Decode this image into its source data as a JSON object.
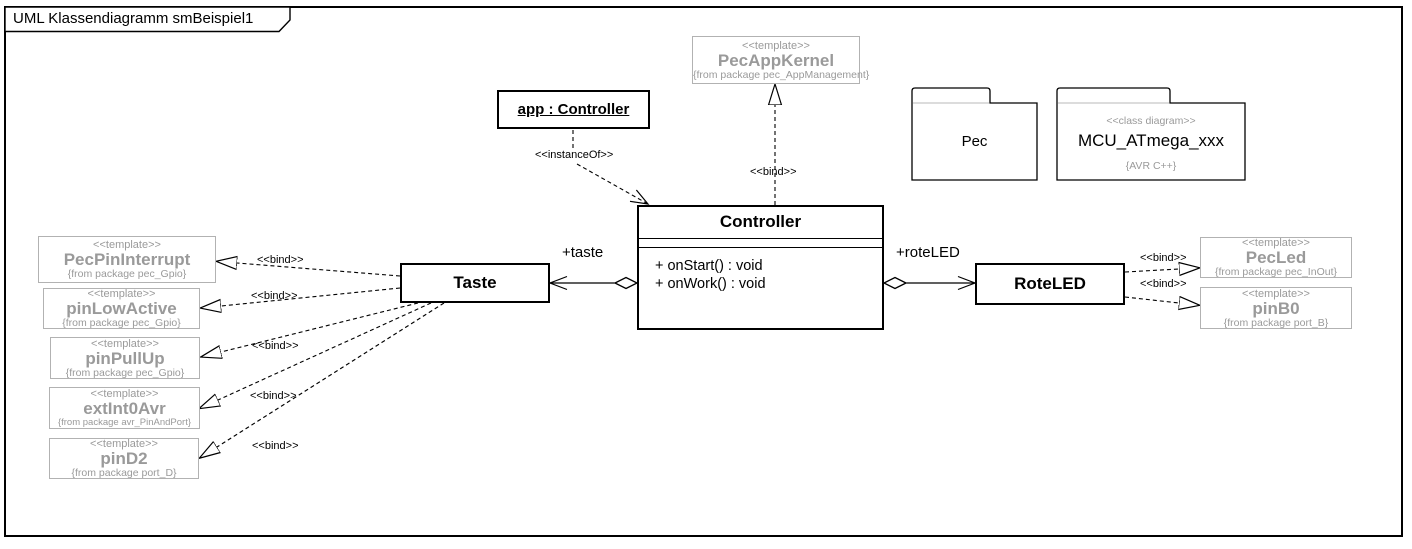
{
  "frame": {
    "title": "UML Klassendiagramm smBeispiel1"
  },
  "labels": {
    "bind": "<<bind>>",
    "instance_of": "<<instanceOf>>",
    "taste_role": "+taste",
    "roteled_role": "+roteLED"
  },
  "instance": {
    "name": "app : Controller"
  },
  "controller": {
    "name": "Controller",
    "operations": [
      "+ onStart() : void",
      "+ onWork() : void"
    ]
  },
  "taste": {
    "name": "Taste"
  },
  "roteled": {
    "name": "RoteLED"
  },
  "packages": {
    "pec": {
      "name": "Pec"
    },
    "mcu": {
      "stereotype": "<<class diagram>>",
      "name": "MCU_ATmega_xxx",
      "note": "{AVR C++}"
    }
  },
  "templates": {
    "pecAppKernel": {
      "stereotype": "<<template>>",
      "name": "PecAppKernel",
      "from": "{from package pec_AppManagement}"
    },
    "pecPinInterrupt": {
      "stereotype": "<<template>>",
      "name": "PecPinInterrupt",
      "from": "{from package pec_Gpio}"
    },
    "pinLowActive": {
      "stereotype": "<<template>>",
      "name": "pinLowActive",
      "from": "{from package pec_Gpio}"
    },
    "pinPullUp": {
      "stereotype": "<<template>>",
      "name": "pinPullUp",
      "from": "{from package pec_Gpio}"
    },
    "extInt0Avr": {
      "stereotype": "<<template>>",
      "name": "extInt0Avr",
      "from": "{from package avr_PinAndPort}"
    },
    "pinD2": {
      "stereotype": "<<template>>",
      "name": "pinD2",
      "from": "{from package port_D}"
    },
    "pecLed": {
      "stereotype": "<<template>>",
      "name": "PecLed",
      "from": "{from package pec_InOut}"
    },
    "pinB0": {
      "stereotype": "<<template>>",
      "name": "pinB0",
      "from": "{from package port_B}"
    }
  },
  "colors": {
    "gray_text": "#9a9a9a",
    "gray_border": "#b2b2b2",
    "line": "#000000"
  }
}
